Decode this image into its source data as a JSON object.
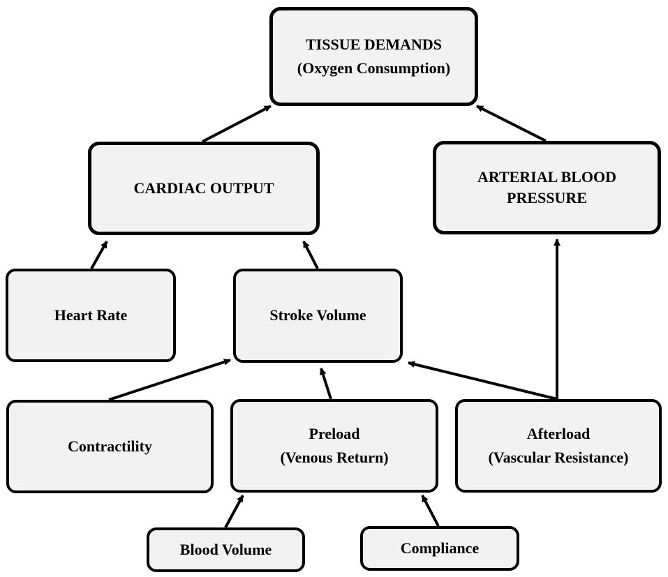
{
  "nodes": {
    "tissue_demands": {
      "line1": "TISSUE DEMANDS",
      "line2": "(Oxygen Consumption)"
    },
    "cardiac_output": {
      "line1": "CARDIAC OUTPUT"
    },
    "arterial_blood_pressure": {
      "line1": "ARTERIAL BLOOD",
      "line2": "PRESSURE"
    },
    "heart_rate": {
      "line1": "Heart Rate"
    },
    "stroke_volume": {
      "line1": "Stroke Volume"
    },
    "contractility": {
      "line1": "Contractility"
    },
    "preload": {
      "line1": "Preload",
      "line2": "(Venous Return)"
    },
    "afterload": {
      "line1": "Afterload",
      "line2": "(Vascular Resistance)"
    },
    "blood_volume": {
      "line1": "Blood Volume"
    },
    "compliance": {
      "line1": "Compliance"
    }
  },
  "edges": [
    {
      "from": "cardiac_output",
      "to": "tissue_demands"
    },
    {
      "from": "arterial_blood_pressure",
      "to": "tissue_demands"
    },
    {
      "from": "heart_rate",
      "to": "cardiac_output"
    },
    {
      "from": "stroke_volume",
      "to": "cardiac_output"
    },
    {
      "from": "contractility",
      "to": "stroke_volume"
    },
    {
      "from": "preload",
      "to": "stroke_volume"
    },
    {
      "from": "afterload",
      "to": "stroke_volume"
    },
    {
      "from": "afterload",
      "to": "arterial_blood_pressure"
    },
    {
      "from": "blood_volume",
      "to": "preload"
    },
    {
      "from": "compliance",
      "to": "preload"
    }
  ],
  "colors": {
    "box_fill": "#f2f2f2",
    "stroke": "#000000"
  }
}
